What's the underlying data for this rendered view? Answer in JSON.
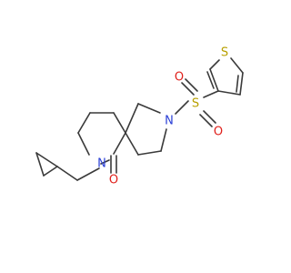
{
  "molecule": {
    "atoms": {
      "n_lactam": {
        "symbol": "N",
        "color": "#2a3fd6"
      },
      "o_carbonyl": {
        "symbol": "O",
        "color": "#e0201b"
      },
      "n_pyrrolidine": {
        "symbol": "N",
        "color": "#2a3fd6"
      },
      "s_sulfonyl": {
        "symbol": "S",
        "color": "#b8a000"
      },
      "o_sulfonyl_top": {
        "symbol": "O",
        "color": "#e0201b"
      },
      "o_sulfonyl_bottom": {
        "symbol": "O",
        "color": "#e0201b"
      },
      "s_thiophene": {
        "symbol": "S",
        "color": "#b8a000"
      }
    },
    "bond_color": "#3a3a3a"
  }
}
